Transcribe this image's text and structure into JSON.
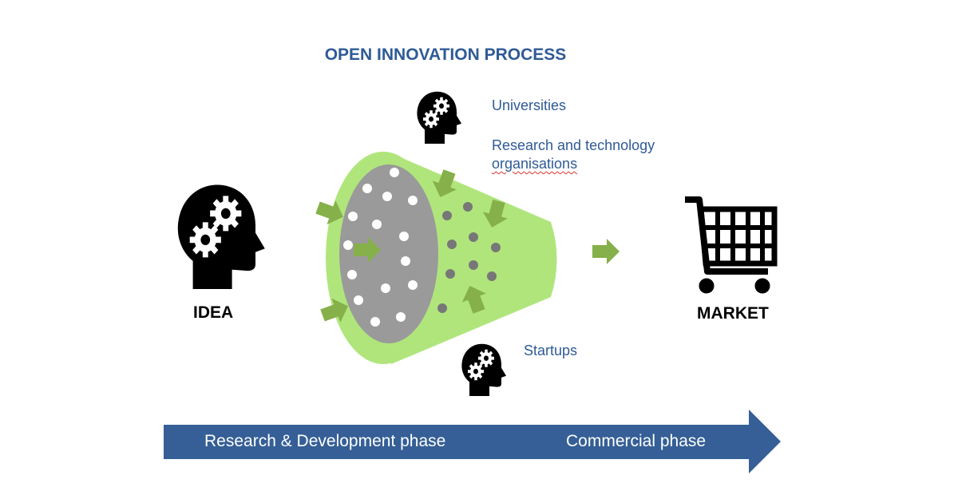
{
  "title": "OPEN INNOVATION PROCESS",
  "sources": {
    "universities": "Universities",
    "rto_line1": "Research and technology",
    "rto_line2": "organisations",
    "startups": "Startups"
  },
  "idea_label": "IDEA",
  "market_label": "MARKET",
  "phases": {
    "rd": "Research & Development phase",
    "commercial": "Commercial phase"
  },
  "colors": {
    "title": "#2f5a96",
    "cone": "#b0e57c",
    "arrow_green": "#86b04a",
    "ellipse": "#9a9a9a",
    "phase_arrow": "#355f96"
  }
}
